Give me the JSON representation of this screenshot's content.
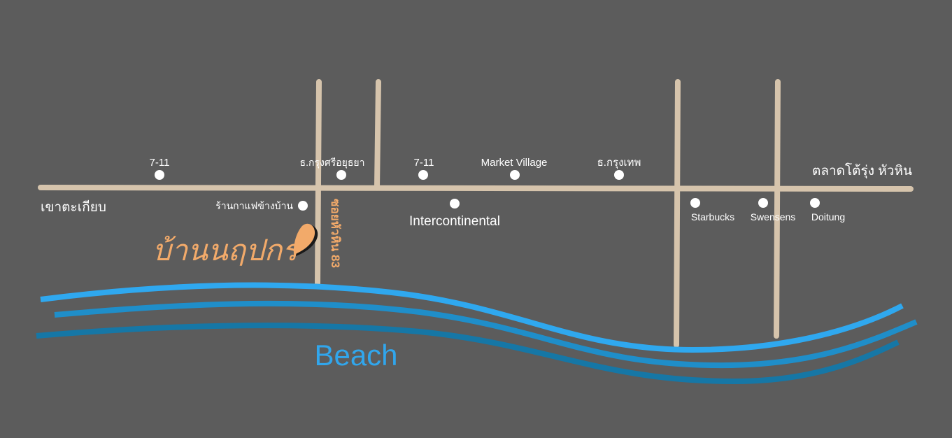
{
  "colors": {
    "background": "#5c5c5c",
    "road": "#d6c4ac",
    "poi_dot": "#ffffff",
    "label": "#ffffff",
    "accent_orange": "#f2aa6a",
    "wave_light": "#2fa8ef",
    "wave_mid": "#1f8ec9",
    "wave_dark": "#1677a6",
    "beach_text": "#31a6ec"
  },
  "places": {
    "west": "เขาตะเกียบ",
    "east": "ตลาดโต้รุ่ง หัวหิน"
  },
  "pois": {
    "seven_eleven_west": "7-11",
    "krung_si_ayutthaya": "ธ.กรุงศรีอยุธยา",
    "seven_eleven_mid": "7-11",
    "market_village": "Market Village",
    "bangkok_bank": "ธ.กรุงเทพ",
    "coffee_shop": "ร้านกาแฟข้างบ้าน",
    "intercontinental": "Intercontinental",
    "starbucks": "Starbucks",
    "swensens": "Swensens",
    "doitung": "Doitung"
  },
  "destination": {
    "name": "บ้านนฤปกร",
    "marker_icon": "location-pin-icon"
  },
  "soi_label": "ซอยหัวหิน 83",
  "beach_label": "Beach"
}
